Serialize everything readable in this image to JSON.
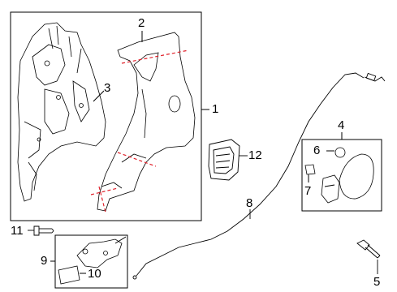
{
  "callouts": {
    "c1": "1",
    "c2": "2",
    "c3": "3",
    "c4": "4",
    "c5": "5",
    "c6": "6",
    "c7": "7",
    "c8": "8",
    "c9": "9",
    "c10": "10",
    "c11": "11",
    "c12": "12"
  },
  "colors": {
    "line": "#000000",
    "cut_line": "#e0202a",
    "background": "#ffffff"
  }
}
